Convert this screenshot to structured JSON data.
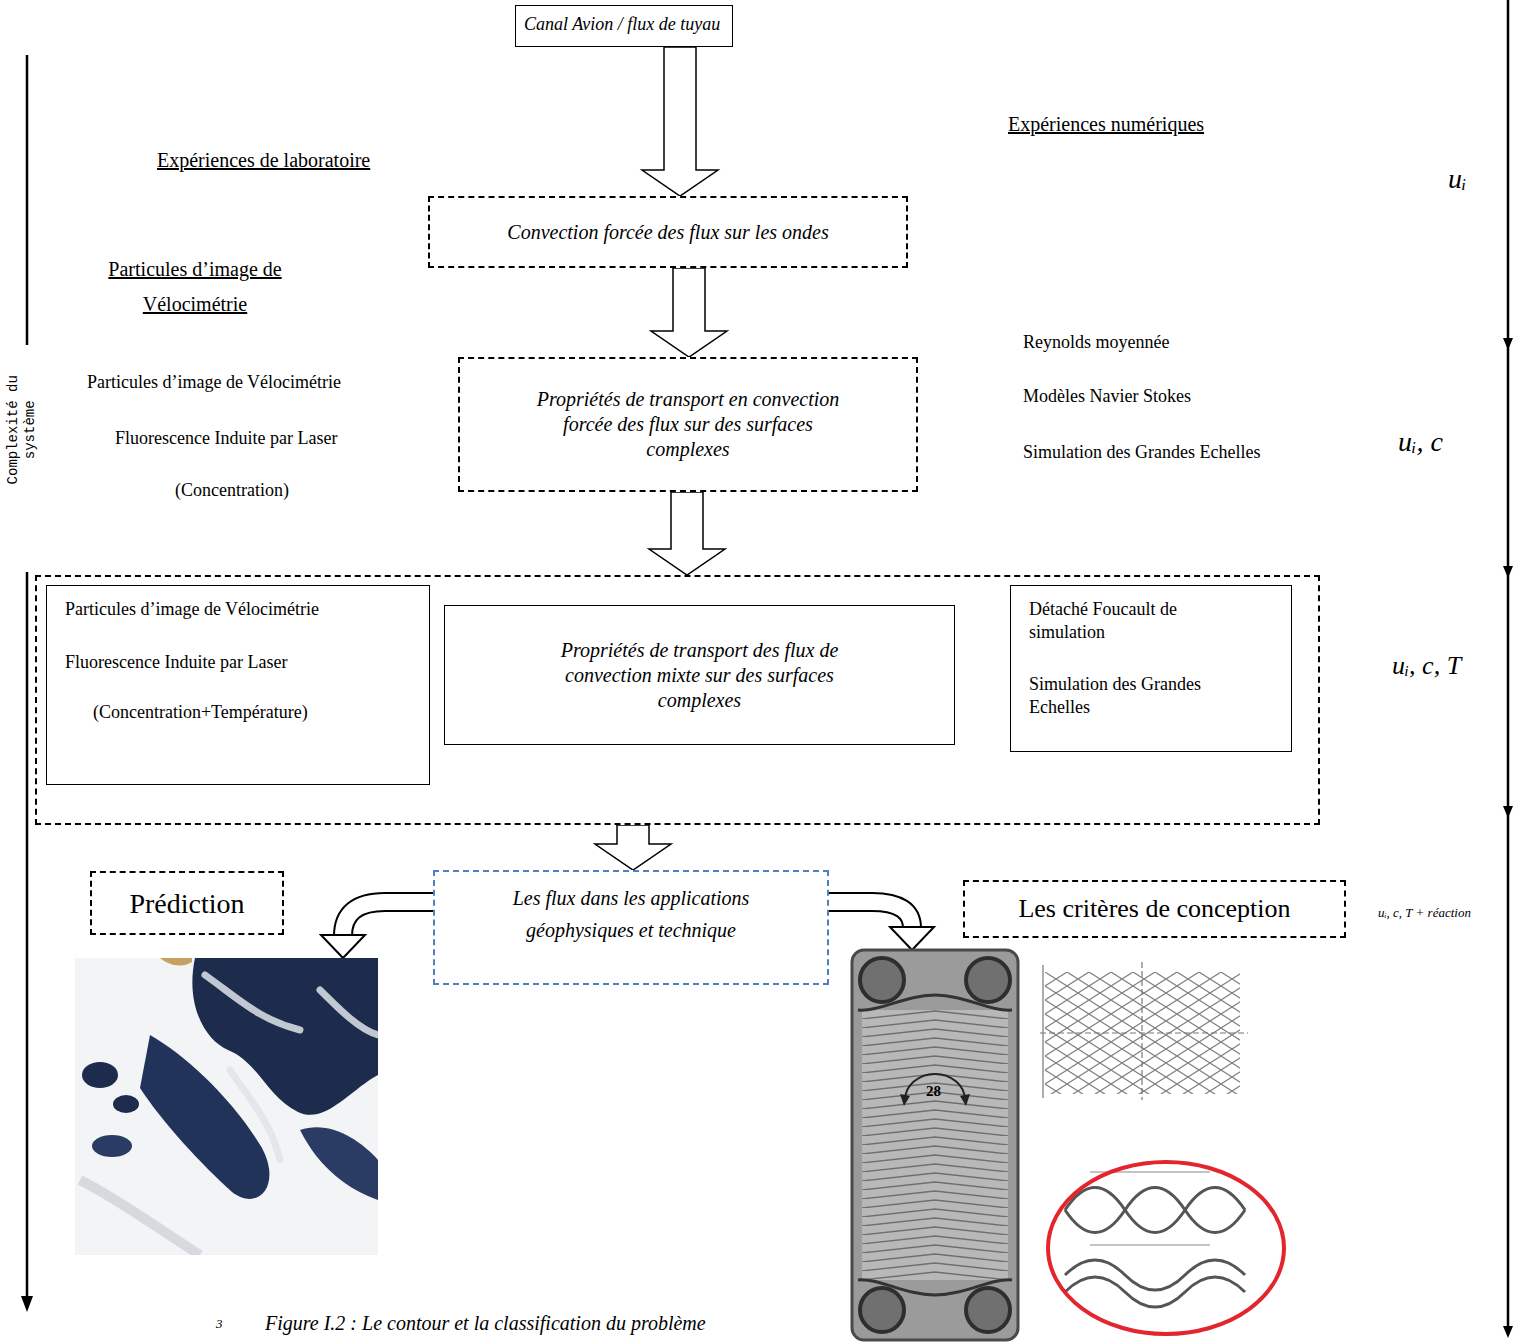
{
  "diagram": {
    "caption": "Figure I.2 : Le contour et la classification du problème",
    "nodes": [
      {
        "text": [
          "Canal Avion / flux de tuyau"
        ]
      },
      {
        "text": [
          "Convection forcée des flux sur les ondes"
        ]
      },
      {
        "text": [
          "Propriétés de transport en convection forcée des flux sur des surfaces complexes"
        ]
      },
      {
        "text": []
      },
      {
        "text": [
          "Particules d’image de Vélocimétrie",
          "Fluorescence Induite par Laser",
          "(Concentration+Température)"
        ],
        "in": 3
      },
      {
        "text": [
          "Propriétés de transport des flux de convection mixte sur des surfaces complexes"
        ],
        "in": 3
      },
      {
        "text": [
          "Détaché Foucault de simulation",
          "Simulation des Grandes Echelles"
        ],
        "in": 3
      },
      {
        "text": [
          "Prédiction"
        ]
      },
      {
        "text": [
          "Les flux dans les applications géophysiques et technique"
        ]
      },
      {
        "text": [
          "Les critères de conception"
        ]
      }
    ],
    "edges": [
      {
        "from": 0,
        "to": 1,
        "arrow": "to"
      },
      {
        "from": 1,
        "to": 2,
        "arrow": "to"
      },
      {
        "from": 2,
        "to": 3,
        "arrow": "to"
      },
      {
        "from": 3,
        "to": 8,
        "arrow": "to"
      }
    ],
    "labels": [
      "Expériences de laboratoire",
      "Expériences numériques",
      "Particules d’image de Vélocimétrie",
      "Particules d’image de Vélocimétrie",
      "Fluorescence Induite par Laser",
      "(Concentration)",
      "Reynolds moyennée",
      "Modèles Navier Stokes",
      "Simulation des Grandes Echelles",
      "uᵢ",
      "uᵢ, c",
      "uᵢ, c, T",
      "uᵢ, c, T + réaction",
      "Complexité du système",
      "28",
      "3"
    ]
  }
}
